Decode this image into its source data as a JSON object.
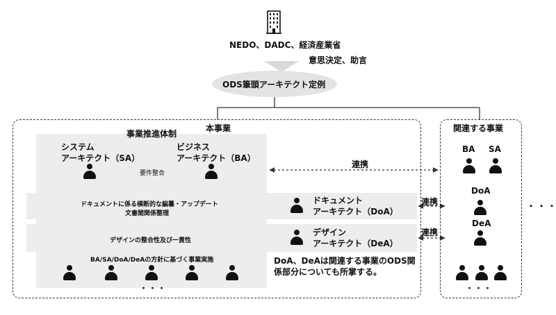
{
  "top": {
    "org_label": "NEDO、DADC、経済産業省",
    "decision_label": "意思決定、助言",
    "meeting_label": "ODS筆頭アーキテクト定例"
  },
  "main_project": {
    "title": "本事業",
    "structure_title": "事業推進体制",
    "sa_line1": "システム",
    "sa_line2": "アーキテクト（SA）",
    "ba_line1": "ビジネス",
    "ba_line2": "アーキテクト（BA）",
    "req_label": "要件整合",
    "doc_band_line1": "ドキュメントに係る横断的な編纂・アップデート",
    "doc_band_line2": "文書間関係整理",
    "design_band": "デザインの整合性及び一貫性",
    "doa_line1": "ドキュメント",
    "doa_line2": "アーキテクト（DoA）",
    "dea_line1": "デザイン",
    "dea_line2": "アーキテクト（DeA）",
    "policy_label": "BA/SA/DoA/DeAの方針に基づく事業実施",
    "ellipsis": "・・・",
    "note_line1": "DoA、DeAは関連する事業のODS関",
    "note_line2": "係部分についても所掌する。"
  },
  "links": {
    "renkei1": "連携",
    "renkei2": "連携",
    "renkei3": "連携"
  },
  "related": {
    "title": "関連する事業",
    "ba": "BA",
    "sa": "SA",
    "doa": "DoA",
    "dea": "DeA",
    "ellipsis": "・・・",
    "outside_ellipsis": "・・・"
  }
}
